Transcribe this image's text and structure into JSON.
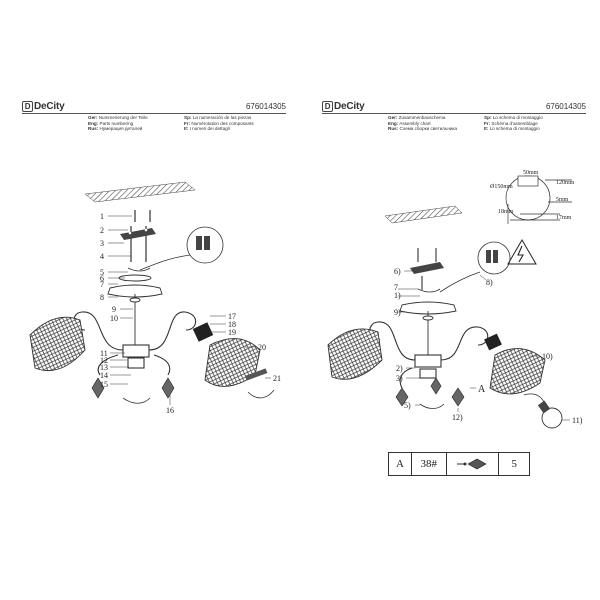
{
  "brand": "DeCity",
  "brand_mark": "D",
  "product_code": "676014305",
  "left_page": {
    "titles": [
      {
        "a_lang": "Ger:",
        "a_text": "Nummerierung der Teile",
        "b_lang": "Sp:",
        "b_text": "La numeración de las piezas"
      },
      {
        "a_lang": "Eng:",
        "a_text": "Parts numbering",
        "b_lang": "Fr:",
        "b_text": "Numérotation des composants"
      },
      {
        "a_lang": "Rus:",
        "a_text": "Нумерация деталей",
        "b_lang": "It:",
        "b_text": "I numeri dei dettagli"
      }
    ],
    "callouts": [
      "1",
      "2",
      "3",
      "4",
      "5",
      "6",
      "7",
      "8",
      "9",
      "10",
      "11",
      "12",
      "13",
      "14",
      "15",
      "16",
      "17",
      "18",
      "19",
      "20",
      "21"
    ]
  },
  "right_page": {
    "titles": [
      {
        "a_lang": "Ger:",
        "a_text": "Zusammenbauschema",
        "b_lang": "Sp:",
        "b_text": "Lo schema di montaggio"
      },
      {
        "a_lang": "Eng:",
        "a_text": "Assembly chart",
        "b_lang": "Fr:",
        "b_text": "Schéma d'assemblage"
      },
      {
        "a_lang": "Rus:",
        "a_text": "Схема сборки светильника",
        "b_lang": "It:",
        "b_text": "Lo schema di montaggio"
      }
    ],
    "callouts": [
      "6)",
      "7",
      "1)",
      "9)",
      "8)",
      "2)",
      "3)",
      "5)",
      "12)",
      "A",
      "10)",
      "11)"
    ],
    "dimensions": [
      "50mm",
      "Ø150mm",
      "120mm",
      "5mm",
      "18mm",
      "17mm"
    ],
    "table": {
      "label": "A",
      "count": "38#",
      "qty": "5"
    }
  }
}
